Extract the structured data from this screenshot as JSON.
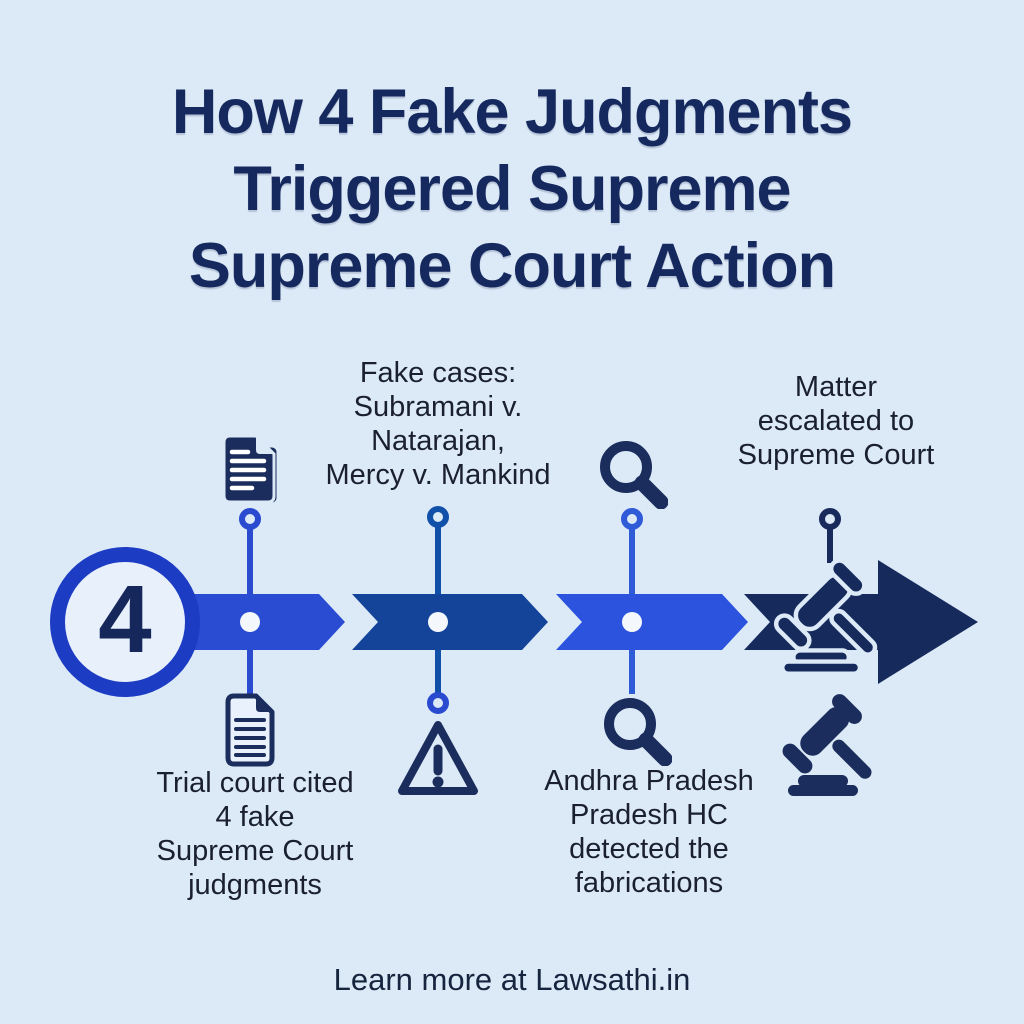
{
  "title": {
    "lines": [
      "How 4 Fake Judgments",
      "Triggered Supreme",
      "Supreme Court Action"
    ]
  },
  "badge": {
    "value": "4"
  },
  "timeline": {
    "milestone1": {
      "top_icon": "document-stack-icon",
      "bottom_icon": "document-icon",
      "bottom_lines": [
        "Trial court cited",
        "4 fake",
        "Supreme Court",
        "judgments"
      ]
    },
    "milestone2": {
      "top_lines": [
        "Fake cases:",
        "Subramani v.",
        "Natarajan,",
        "Mercy v. Mankind"
      ],
      "bottom_icon": "warning-triangle-icon"
    },
    "milestone3": {
      "top_icon": "search-icon",
      "bottom_icon": "search-icon",
      "bottom_lines": [
        "Andhra Pradesh",
        "Pradesh HC",
        "detected the",
        "fabrications"
      ]
    },
    "milestone4": {
      "top_lines": [
        "Matter",
        "escalated to",
        "Supreme Court"
      ],
      "arrow_icon": "gavel-icon",
      "bottom_icon": "gavel-icon"
    }
  },
  "footer": {
    "text": "Learn more at Lawsathi.in"
  },
  "colors": {
    "background": "#dceaf8",
    "title_text": "#16295e",
    "label_text": "#1a202e",
    "segment_blue": "#2a4cd3",
    "segment_dark_blue": "#14439a",
    "segment_bright_blue": "#2b53dd",
    "arrow_navy": "#172a5c",
    "icon_navy": "#1b2d5c",
    "badge_ring_blue": "#1d3cc4",
    "badge_number_navy": "#16275c",
    "connector_blue": "#2a4ad0",
    "connector_mid_blue": "#1150a8",
    "connector_bright_blue": "#2f5bd8",
    "connector_navy": "#182b5c"
  }
}
